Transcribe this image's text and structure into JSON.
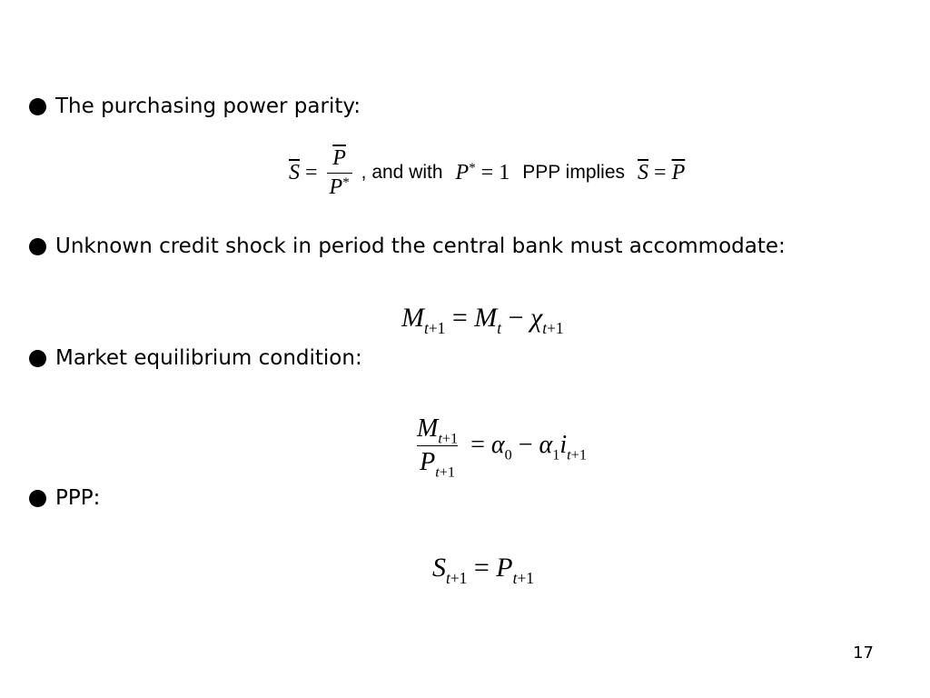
{
  "bullets": [
    {
      "text": "The purchasing power parity:"
    },
    {
      "text": "Unknown credit shock  in period  the central bank must accommodate:"
    },
    {
      "text": "Market equilibrium condition:"
    },
    {
      "text": "PPP:"
    }
  ],
  "equations": {
    "eq1": {
      "connector_1": ", and with",
      "connector_2": "PPP implies"
    }
  },
  "footer": {
    "page_number": "17"
  }
}
